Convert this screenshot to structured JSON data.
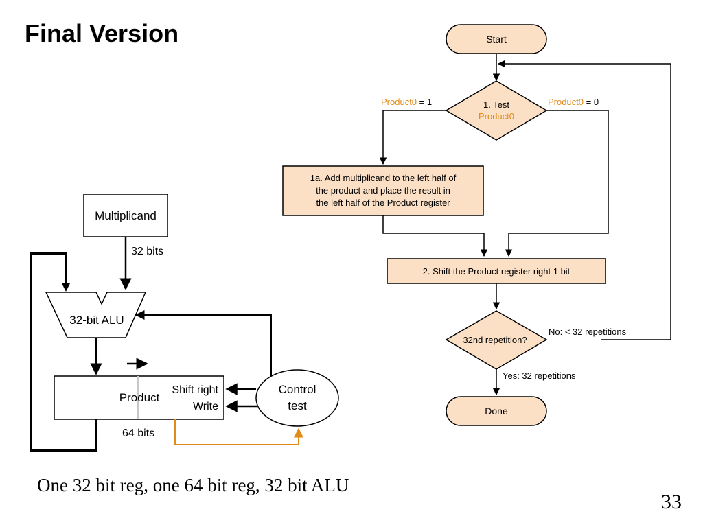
{
  "slide": {
    "title": "Final Version",
    "caption": "One 32 bit reg, one 64 bit reg, 32 bit ALU",
    "page_number": "33"
  },
  "datapath": {
    "multiplicand": "Multiplicand",
    "bus_width": "32 bits",
    "alu": "32-bit ALU",
    "product": "Product",
    "shift_right": "Shift right",
    "write": "Write",
    "product_width": "64 bits",
    "control_line1": "Control",
    "control_line2": "test"
  },
  "flowchart": {
    "start": "Start",
    "test_line1": "1. Test",
    "test_line2": "Product0",
    "branch_left_var": "Product0",
    "branch_left_val": " = 1",
    "branch_right_var": "Product0",
    "branch_right_val": " = 0",
    "step1a_line1": "1a. Add multiplicand to the left half of",
    "step1a_line2": "the product and place the result in",
    "step1a_line3": "the left half of the Product register",
    "step2": "2. Shift the Product register right 1 bit",
    "repetition": "32nd repetition?",
    "no_label": "No:  < 32 repetitions",
    "yes_label": "Yes:  32 repetitions",
    "done": "Done"
  },
  "colors": {
    "box_fill": "#fbe0c6",
    "accent_orange": "#e08a17",
    "line": "#000000"
  }
}
